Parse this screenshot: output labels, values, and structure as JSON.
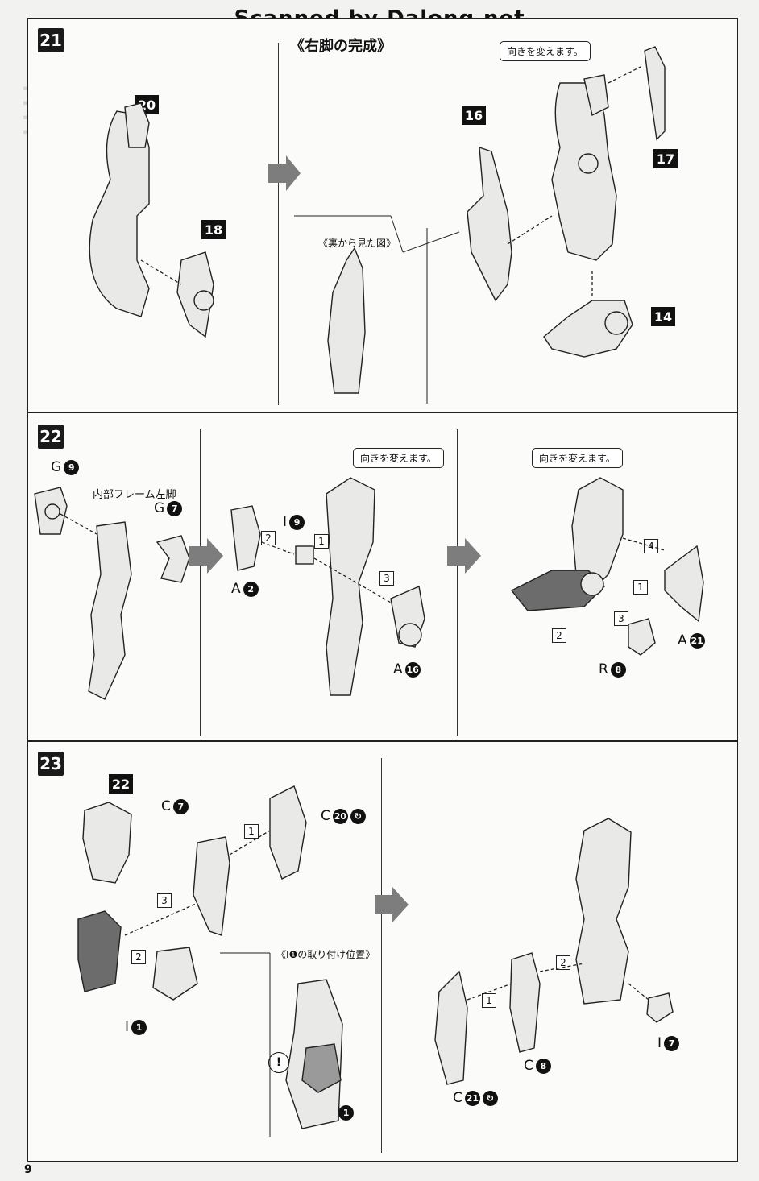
{
  "watermark": "Scanned by Dalong.net",
  "page_number": "9",
  "step21": {
    "number": "21",
    "title": "《右脚の完成》",
    "callout_turn": "向きを変えます。",
    "back_view": "《裏から見た図》",
    "parts": [
      "20",
      "18",
      "16",
      "17",
      "14"
    ]
  },
  "step22": {
    "number": "22",
    "callout_turn_1": "向きを変えます。",
    "callout_turn_2": "向きを変えます。",
    "frame_label": "内部フレーム左脚",
    "labels": {
      "g9_letter": "G",
      "g9_num": "9",
      "g7_letter": "G",
      "g7_num": "7",
      "a2_letter": "A",
      "a2_num": "2",
      "i9_letter": "I",
      "i9_num": "9",
      "a16_letter": "A",
      "a16_num": "16",
      "r8_letter": "R",
      "r8_num": "8",
      "a21_letter": "A",
      "a21_num": "21"
    },
    "order_marks": [
      "1",
      "2",
      "3",
      "1",
      "2",
      "3",
      "4"
    ]
  },
  "step23": {
    "number": "23",
    "part": "22",
    "mount_position": "《I❶の取り付け位置》",
    "labels": {
      "c7_letter": "C",
      "c7_num": "7",
      "c20_letter": "C",
      "c20_num": "20",
      "i1a_letter": "I",
      "i1a_num": "1",
      "i1b_letter": "I",
      "i1b_num": "1",
      "c8_letter": "C",
      "c8_num": "8",
      "c21_letter": "C",
      "c21_num": "21",
      "i7_letter": "I",
      "i7_num": "7"
    },
    "order_marks": [
      "1",
      "3",
      "2",
      "1",
      "2"
    ],
    "caution_mark": "!"
  }
}
